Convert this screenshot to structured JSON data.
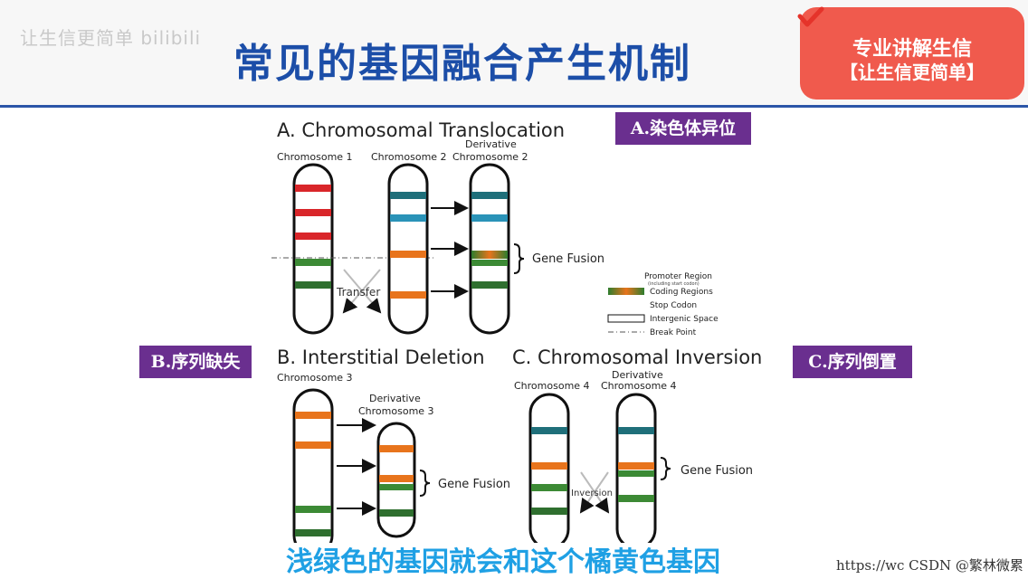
{
  "slide": {
    "watermark": "让生信更简单 bilibili",
    "title": "常见的基因融合产生机制",
    "badge": {
      "line1": "专业讲解生信",
      "line2": "【让生信更简单】"
    },
    "subtitle": "浅绿色的基因就会和这个橘黄色基因",
    "credit": "https://wc CSDN @繁林微累"
  },
  "colors": {
    "accent_blue": "#1c4ea8",
    "badge_red": "#f05a4d",
    "tag_purple": "#6a2f8f",
    "subtitle_blue": "#1fa0e4"
  },
  "tags": {
    "a": "A.染色体异位",
    "b": "B.序列缺失",
    "c": "C.序列倒置"
  },
  "diagram": {
    "panel_a": {
      "title": "A. Chromosomal Translocation",
      "chr1": "Chromosome 1",
      "chr2": "Chromosome 2",
      "deriv_line1": "Derivative",
      "deriv_line2": "Chromosome 2",
      "transfer": "Transfer",
      "gene_fusion": "Gene Fusion"
    },
    "legend": {
      "promoter": "Promoter Region",
      "promoter_sub": "(including start codon)",
      "coding": "Coding Regions",
      "stop": "Stop Codon",
      "intergenic": "Intergenic Space",
      "break": "Break Point"
    },
    "panel_b": {
      "title": "B. Interstitial Deletion",
      "chr3": "Chromosome 3",
      "deriv_line1": "Derivative",
      "deriv_line2": "Chromosome 3",
      "gene_fusion": "Gene Fusion"
    },
    "panel_c": {
      "title": "C. Chromosomal Inversion",
      "chr4": "Chromosome 4",
      "deriv_line1": "Derivative",
      "deriv_line2": "Chromosome 4",
      "inversion": "Inversion",
      "gene_fusion": "Gene Fusion"
    }
  }
}
